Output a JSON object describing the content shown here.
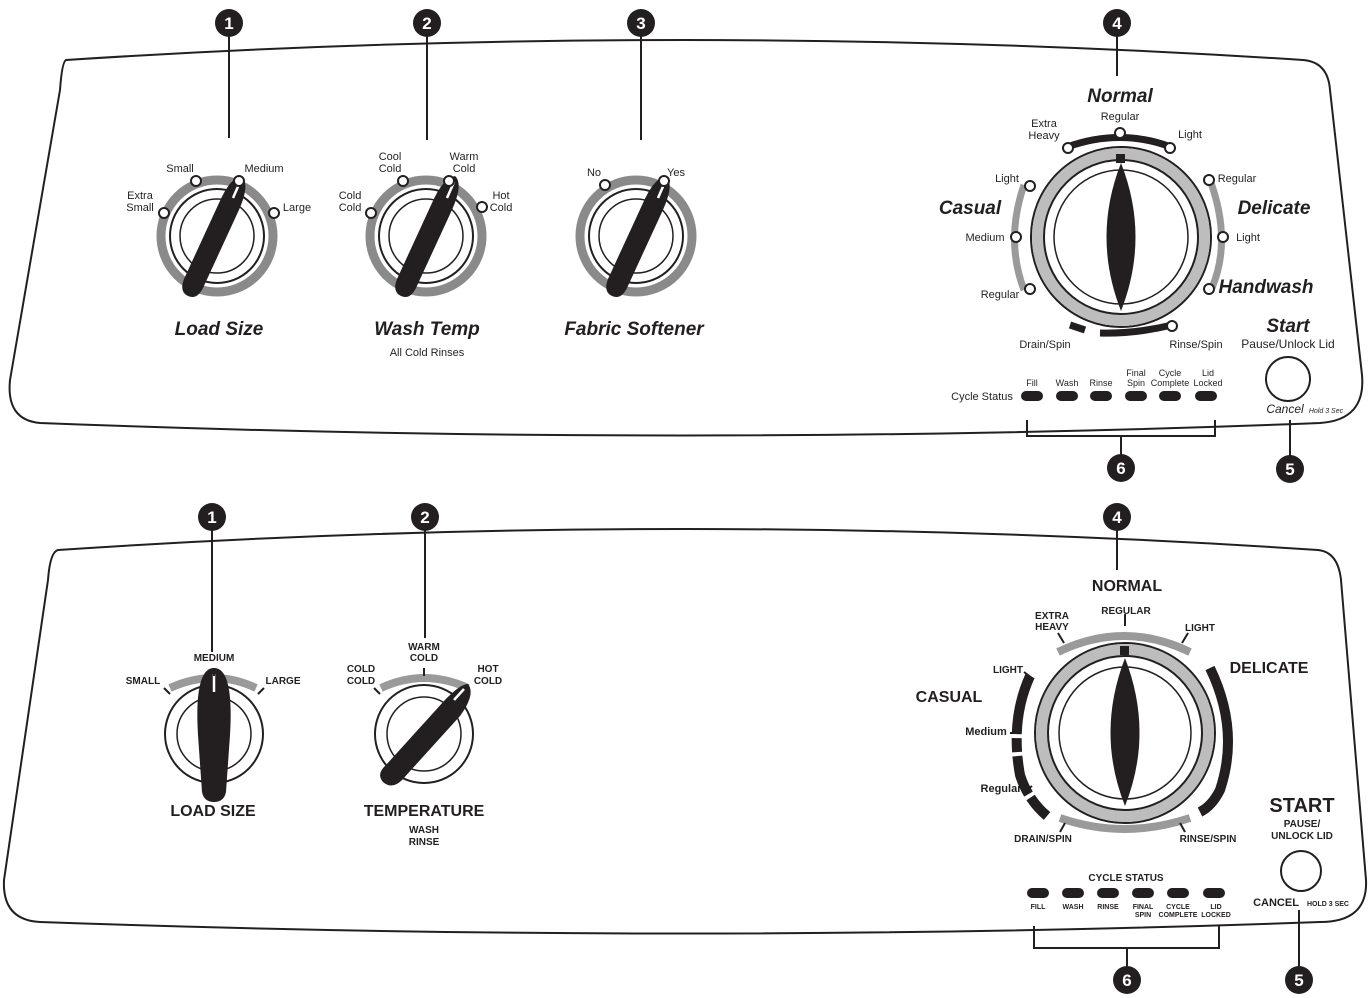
{
  "callouts": {
    "n1": "1",
    "n2": "2",
    "n3": "3",
    "n4": "4",
    "n5": "5",
    "n6": "6"
  },
  "top": {
    "load_size": {
      "title": "Load Size",
      "options": {
        "extra_small_1": "Extra",
        "extra_small_2": "Small",
        "small": "Small",
        "medium": "Medium",
        "large": "Large"
      }
    },
    "wash_temp": {
      "title": "Wash Temp",
      "subtitle": "All Cold Rinses",
      "options": {
        "cold_cold_1": "Cold",
        "cold_cold_2": "Cold",
        "cool_cold_1": "Cool",
        "cool_cold_2": "Cold",
        "warm_cold_1": "Warm",
        "warm_cold_2": "Cold",
        "hot_cold_1": "Hot",
        "hot_cold_2": "Cold"
      }
    },
    "fabric_softener": {
      "title": "Fabric Softener",
      "options": {
        "no": "No",
        "yes": "Yes"
      }
    },
    "cycle": {
      "normal": "Normal",
      "casual": "Casual",
      "delicate": "Delicate",
      "handwash": "Handwash",
      "extra_heavy_1": "Extra",
      "extra_heavy_2": "Heavy",
      "normal_regular": "Regular",
      "normal_light": "Light",
      "casual_light": "Light",
      "casual_medium": "Medium",
      "casual_regular": "Regular",
      "delicate_regular": "Regular",
      "delicate_light": "Light",
      "drain_spin": "Drain/Spin",
      "rinse_spin": "Rinse/Spin"
    },
    "start": {
      "title": "Start",
      "subtitle": "Pause/Unlock Lid",
      "cancel": "Cancel",
      "hold": "Hold 3 Sec"
    },
    "status": {
      "label": "Cycle Status",
      "fill": "Fill",
      "wash": "Wash",
      "rinse": "Rinse",
      "final_1": "Final",
      "final_2": "Spin",
      "complete_1": "Cycle",
      "complete_2": "Complete",
      "locked_1": "Lid",
      "locked_2": "Locked"
    }
  },
  "bottom": {
    "load_size": {
      "title": "LOAD SIZE",
      "options": {
        "small": "SMALL",
        "medium": "MEDIUM",
        "large": "LARGE"
      }
    },
    "temperature": {
      "title": "TEMPERATURE",
      "sub1": "WASH",
      "sub2": "RINSE",
      "options": {
        "cold_1": "COLD",
        "cold_2": "COLD",
        "warm_1": "WARM",
        "warm_2": "COLD",
        "hot_1": "HOT",
        "hot_2": "COLD"
      }
    },
    "cycle": {
      "normal": "NORMAL",
      "casual": "CASUAL",
      "delicate": "DELICATE",
      "extra_heavy_1": "EXTRA",
      "extra_heavy_2": "HEAVY",
      "regular": "REGULAR",
      "light": "LIGHT",
      "casual_light": "LIGHT",
      "casual_medium": "Medium",
      "casual_regular": "Regular",
      "drain_spin": "DRAIN/SPIN",
      "rinse_spin": "RINSE/SPIN"
    },
    "start": {
      "title": "START",
      "sub1": "PAUSE/",
      "sub2": "UNLOCK LID",
      "cancel": "CANCEL",
      "hold": "HOLD 3 SEC"
    },
    "status": {
      "label": "CYCLE STATUS",
      "fill": "FILL",
      "wash": "WASH",
      "rinse": "RINSE",
      "final_1": "FINAL",
      "final_2": "SPIN",
      "complete_1": "CYCLE",
      "complete_2": "COMPLETE",
      "locked_1": "LID",
      "locked_2": "LOCKED"
    }
  }
}
